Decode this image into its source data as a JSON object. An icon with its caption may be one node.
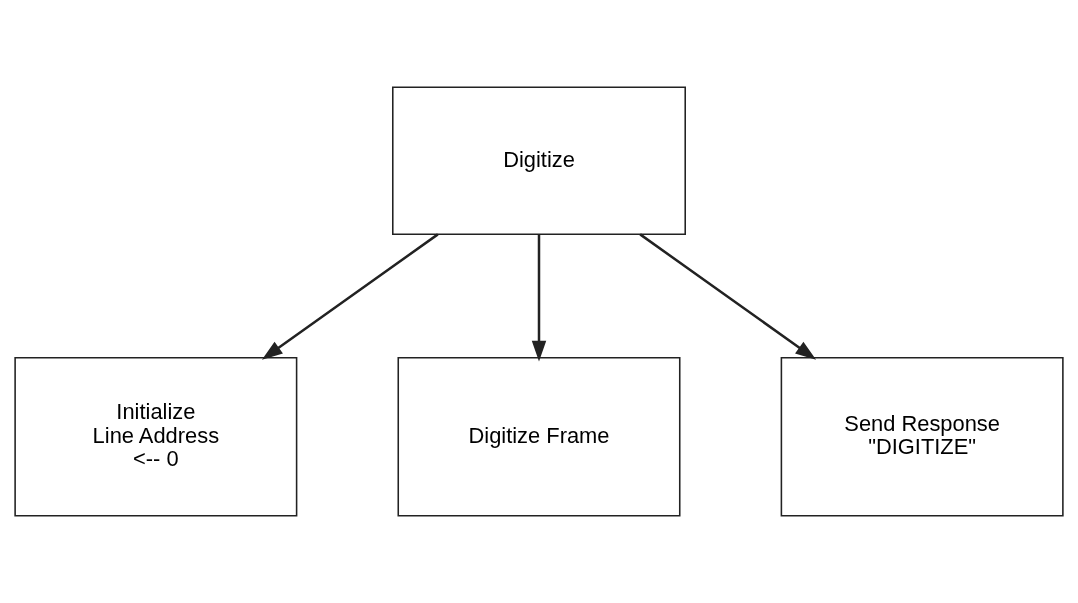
{
  "diagram": {
    "nodes": [
      {
        "text": [
          "Digitize"
        ]
      },
      {
        "text": [
          "Initialize Line Address <-- 0"
        ]
      },
      {
        "text": [
          "Digitize Frame"
        ]
      },
      {
        "text": [
          "Send Response \"DIGITIZE\""
        ]
      }
    ],
    "edges": [
      {
        "from": 0,
        "to": 1,
        "arrow": "to"
      },
      {
        "from": 0,
        "to": 2,
        "arrow": "to"
      },
      {
        "from": 0,
        "to": 3,
        "arrow": "to"
      }
    ]
  }
}
